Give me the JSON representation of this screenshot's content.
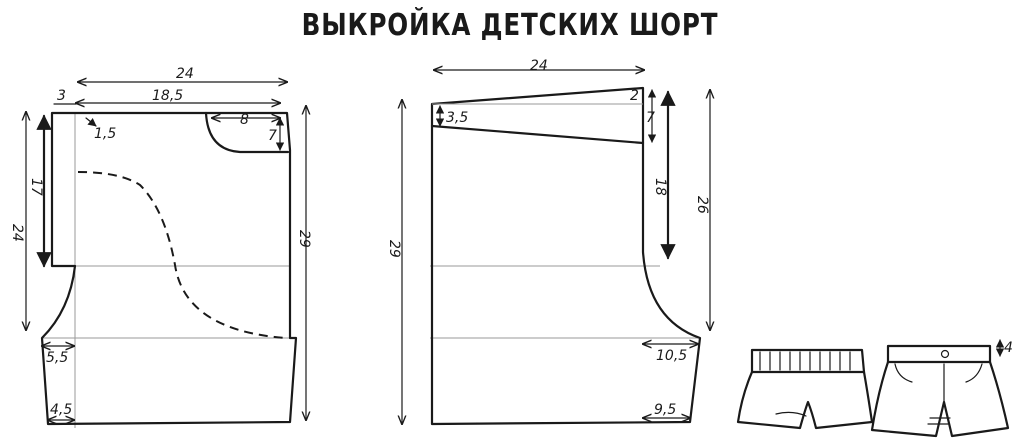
{
  "title": "ВЫКРОЙКА ДЕТСКИХ ШОРТ",
  "front_piece": {
    "width_top": "24",
    "waist_length": "18,5",
    "corner_offset": "3",
    "corner_step": "1,5",
    "pocket_width": "8",
    "pocket_depth": "7",
    "rise": "17",
    "inner_height": "24",
    "side_length": "29",
    "crotch_ext": "5,5",
    "hem_ext": "4,5"
  },
  "back_piece": {
    "width_top": "24",
    "waist_raise": "2",
    "yoke_left": "3,5",
    "yoke_right": "7",
    "rise": "18",
    "total_height": "26",
    "side_length": "29",
    "crotch_ext": "10,5",
    "hem_ext": "9,5"
  },
  "sketch": {
    "waistband_height": "4"
  }
}
